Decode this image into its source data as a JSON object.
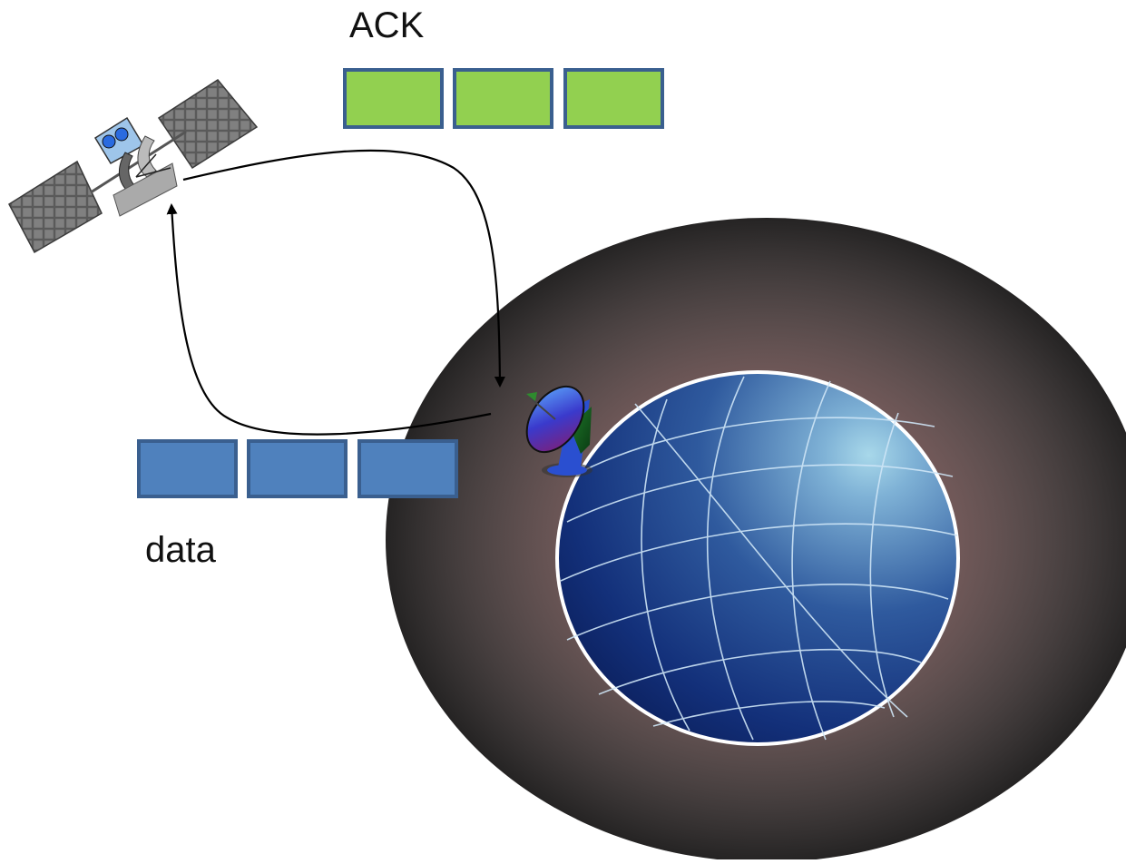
{
  "labels": {
    "ack": "ACK",
    "data": "data"
  },
  "colors": {
    "ack_packet_fill": "#92d050",
    "data_packet_fill": "#4f81bd",
    "packet_border": "#3a5f8f",
    "globe_dark": "#0e2a6e",
    "globe_light": "#a8d8ea",
    "halo": "#c98a8a",
    "arrow": "#000000"
  },
  "ack_packets": 3,
  "data_packets": 3,
  "icons": [
    "satellite-icon",
    "ground-station-dish-icon",
    "earth-globe-icon"
  ]
}
